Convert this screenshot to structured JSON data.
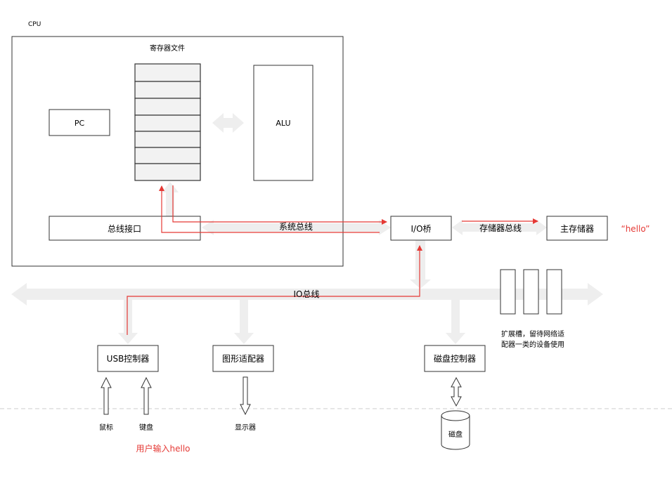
{
  "cpu": {
    "title": "CPU"
  },
  "register_file": {
    "title": "寄存器文件",
    "slot_count": 7
  },
  "components": {
    "pc": "PC",
    "alu": "ALU",
    "bus_interface": "总线接口",
    "io_bridge": "I/O桥",
    "main_memory": "主存储器",
    "usb_controller": "USB控制器",
    "graphics_adapter": "图形适配器",
    "disk_controller": "磁盘控制器",
    "disk": "磁盘"
  },
  "buses": {
    "system_bus": "系统总线",
    "memory_bus": "存储器总线",
    "io_bus": "IO总线"
  },
  "devices": {
    "mouse": "鼠标",
    "keyboard": "键盘",
    "display": "显示器"
  },
  "expansion_slots": {
    "count": 3,
    "caption_line1": "扩展槽，留待网络适",
    "caption_line2": "配器一类的设备使用"
  },
  "annotations": {
    "hello_in_memory": "“hello”",
    "user_input": "用户输入hello"
  },
  "colors": {
    "data_path": "#e53935",
    "bus_arrow": "#eeeeee",
    "box_border": "#333333",
    "register_fill": "#f2f2f2",
    "divider": "#cccccc"
  }
}
